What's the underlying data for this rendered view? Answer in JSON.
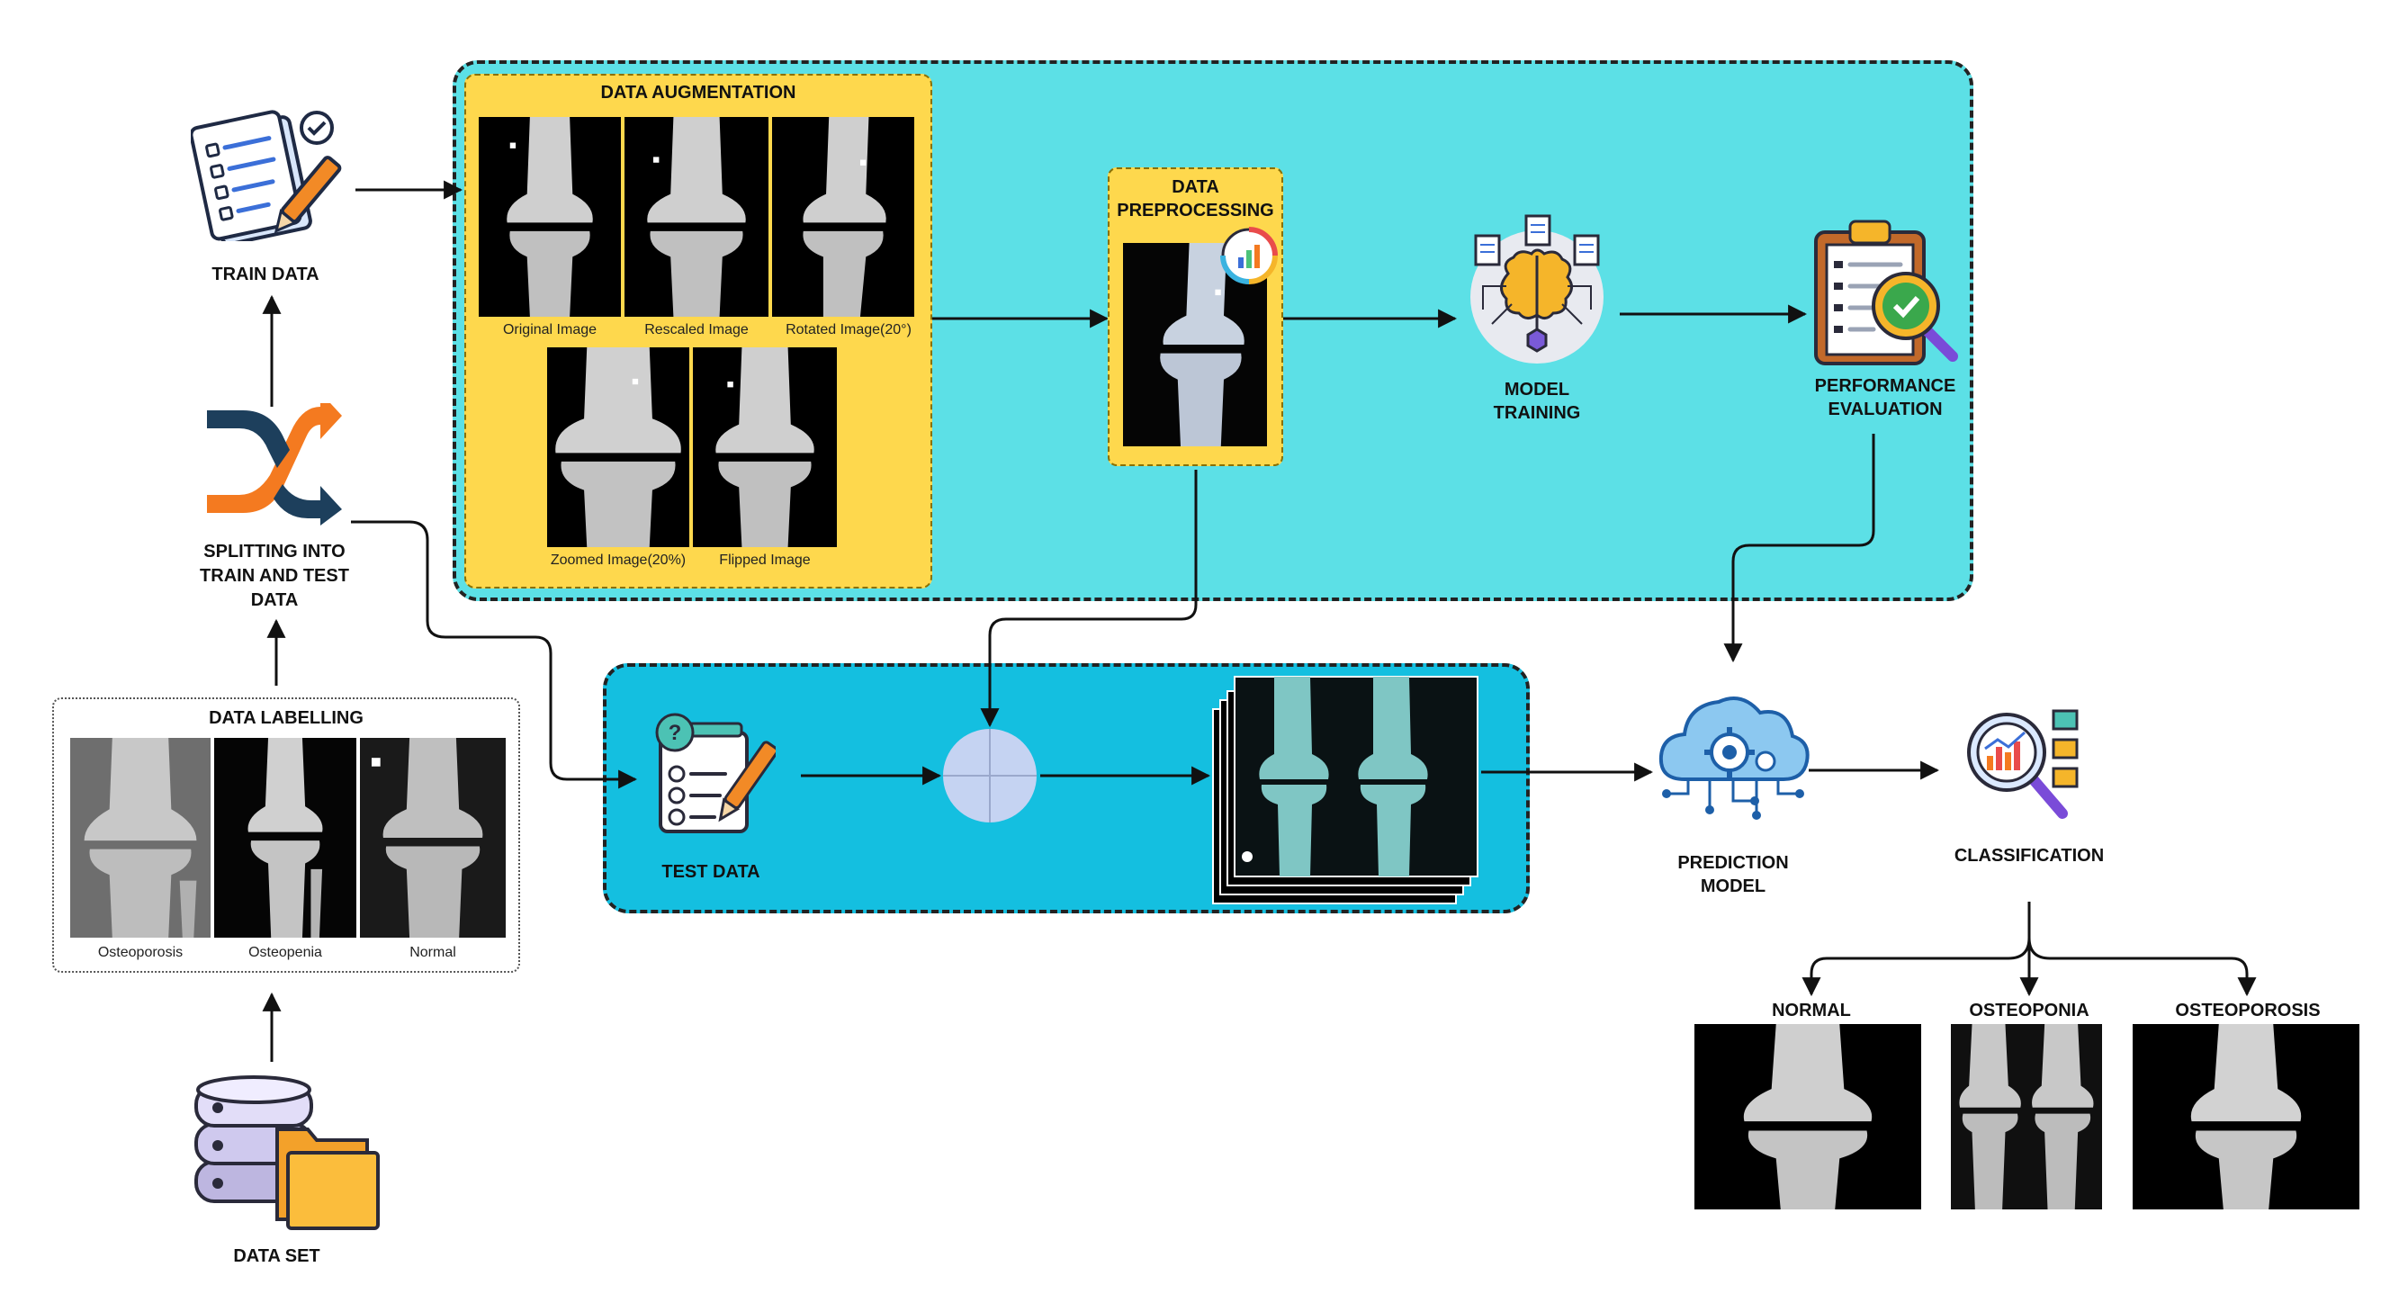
{
  "train_data": {
    "label": "TRAIN  DATA"
  },
  "splitting": {
    "label_line1": "SPLITTING INTO",
    "label_line2": "TRAIN AND TEST",
    "label_line3": "DATA"
  },
  "data_labelling": {
    "title": "DATA LABELLING",
    "images": [
      {
        "caption": "Osteoporosis"
      },
      {
        "caption": "Osteopenia"
      },
      {
        "caption": "Normal"
      }
    ]
  },
  "data_set": {
    "label": "DATA SET"
  },
  "data_augmentation": {
    "title": "DATA AUGMENTATION",
    "images": [
      {
        "caption": "Original Image"
      },
      {
        "caption": "Rescaled Image"
      },
      {
        "caption": "Rotated Image(20°)"
      },
      {
        "caption": "Zoomed Image(20%)"
      },
      {
        "caption": "Flipped Image"
      }
    ]
  },
  "data_preprocessing": {
    "label_line1": "DATA",
    "label_line2": "PREPROCESSING"
  },
  "model_training": {
    "label_line1": "MODEL",
    "label_line2": "TRAINING"
  },
  "performance_evaluation": {
    "label_line1": "PERFORMANCE",
    "label_line2": "EVALUATION"
  },
  "test_data": {
    "label": "TEST DATA"
  },
  "prediction_model": {
    "label_line1": "PREDICTION",
    "label_line2": "MODEL"
  },
  "classification": {
    "label": "CLASSIFICATION",
    "classes": [
      {
        "label": "NORMAL"
      },
      {
        "label": "OSTEOPONIA"
      },
      {
        "label": "OSTEOPOROSIS"
      }
    ]
  },
  "colors": {
    "train_panel": "#5ce0e6",
    "test_panel": "#14bfe0",
    "augmentation_box": "#fed84d",
    "shuffle_orange": "#f47a20",
    "shuffle_navy": "#1d3f5c",
    "merge_node": "#c5d3f2"
  }
}
